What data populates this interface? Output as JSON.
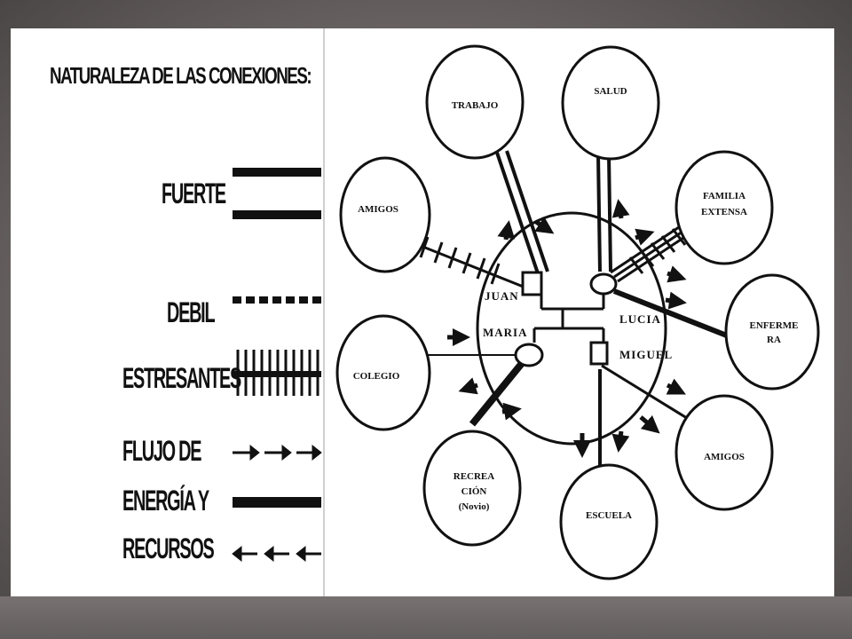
{
  "legend": {
    "title": "NATURALEZA DE LAS CONEXIONES:",
    "strong": "FUERTE",
    "weak": "DEBIL",
    "stressful": "ESTRESANTES",
    "flow_line1": "FLUJO DE",
    "flow_line2": "ENERGÍA Y",
    "flow_line3": "RECURSOS"
  },
  "household": {
    "juan": "JUAN",
    "lucia": "LUCIA",
    "maria": "MARIA",
    "miguel": "MIGUEL"
  },
  "nodes": {
    "trabajo": "TRABAJO",
    "salud": "SALUD",
    "familia_line1": "FAMILIA",
    "familia_line2": "EXTENSA",
    "amigos_left": "AMIGOS",
    "enfermera_line1": "ENFERME",
    "enfermera_line2": "RA",
    "colegio": "COLEGIO",
    "amigos_right": "AMIGOS",
    "recreacion_line1": "RECREA",
    "recreacion_line2": "CIÓN",
    "recreacion_line3": "(Novio)",
    "escuela": "ESCUELA"
  },
  "colors": {
    "ink": "#111111",
    "paper": "#ffffff",
    "frame": "#6e6968"
  }
}
